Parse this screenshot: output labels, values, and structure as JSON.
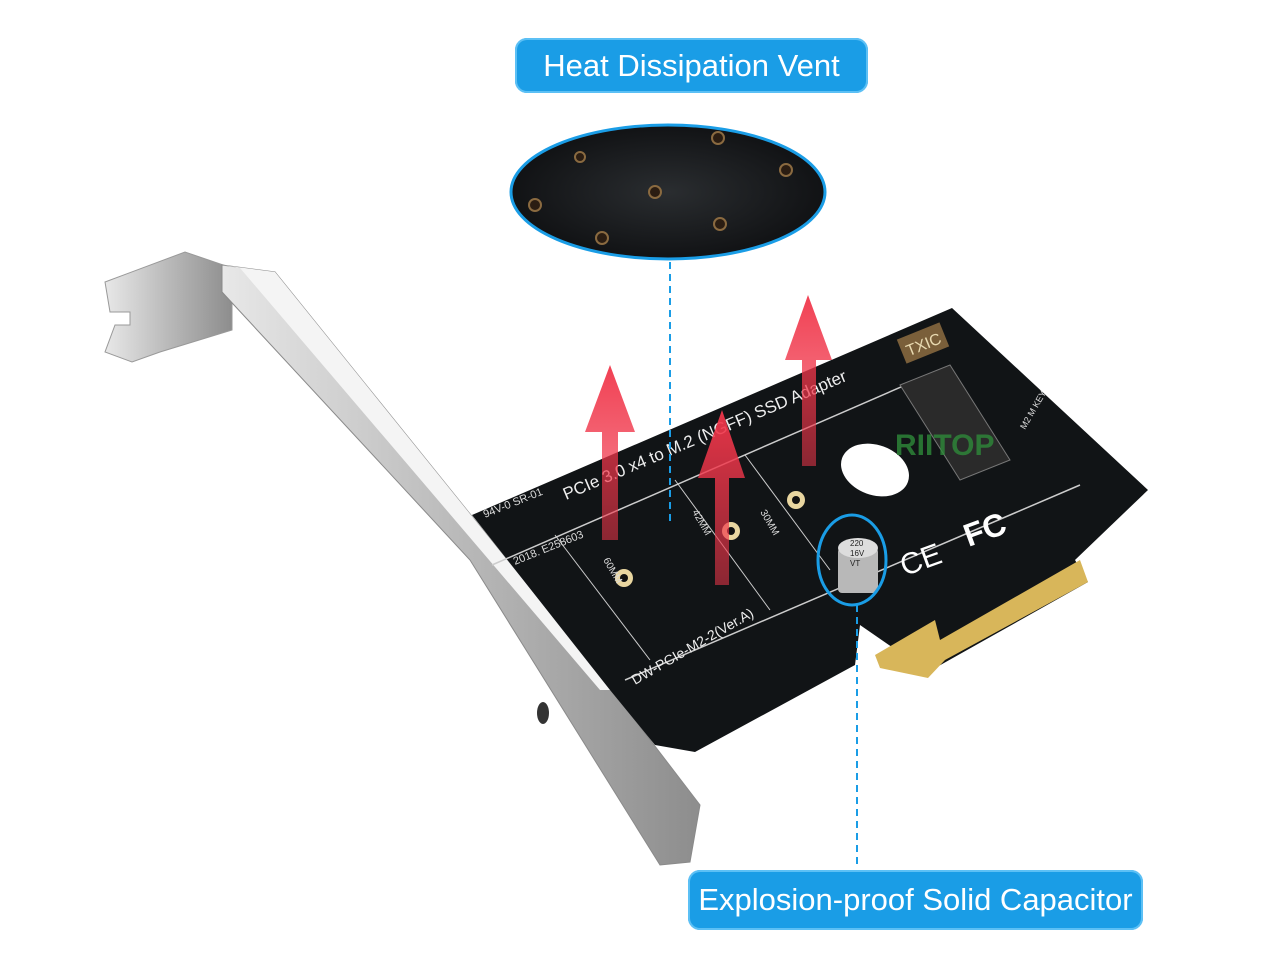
{
  "callouts": {
    "vent": "Heat Dissipation Vent",
    "capacitor": "Explosion-proof Solid Capacitor"
  },
  "board": {
    "title": "PCIe 3.0 x4 to M.2 (NGFF) SSD Adapter",
    "model": "DW-PCIe-M2-2(Ver.A)",
    "brand": "TXIC",
    "rating": "94V-0 SR-01",
    "cert_number": "2018. E258603",
    "sizes": [
      "60MM",
      "42MM",
      "30MM"
    ],
    "slot_label": "M2 M KEY",
    "capacitor_marking": [
      "220",
      "16V",
      "VT"
    ],
    "marks": [
      "CE",
      "FC"
    ],
    "watermark": "RIITOP"
  },
  "colors": {
    "callout": "#1a9de6",
    "pcb": "#111416",
    "gold": "#d8b65a",
    "arrow": "#f0364a",
    "bracket": "#c9c9c9"
  }
}
